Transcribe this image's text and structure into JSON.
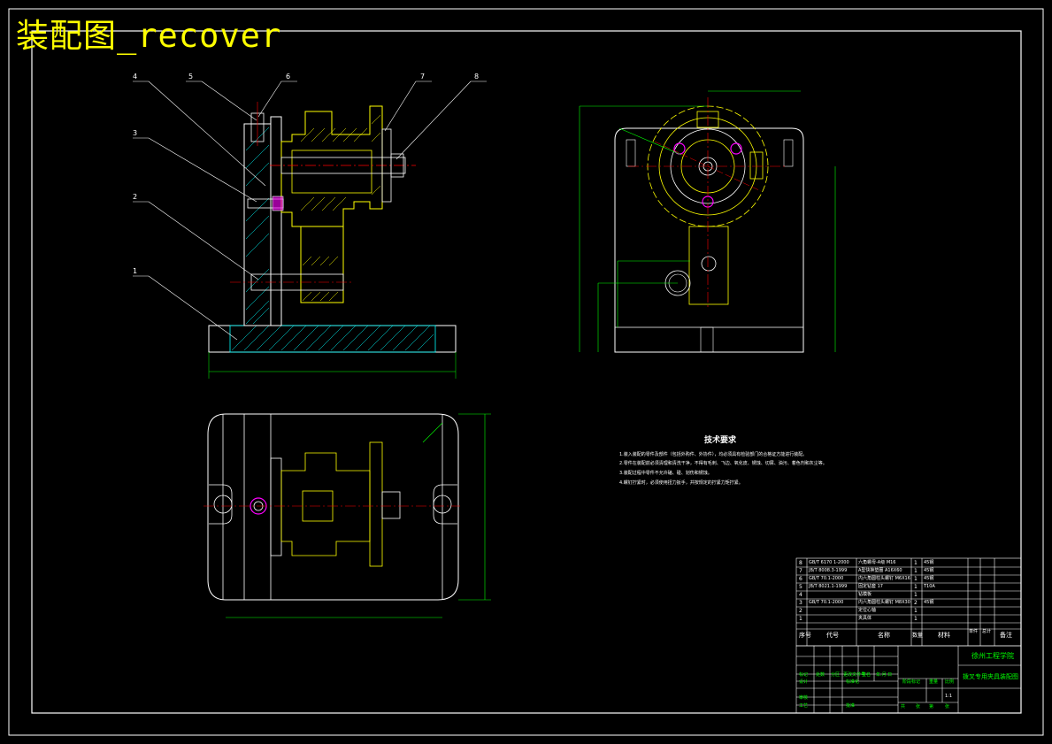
{
  "title": "装配图_recover",
  "views": {
    "front": {
      "balloons": [
        "4",
        "5",
        "6",
        "7",
        "8",
        "3",
        "2",
        "1"
      ]
    }
  },
  "technical_requirements": {
    "heading": "技术要求",
    "items": [
      "1.装入装配的零件及部件（包括外购件、外协件），均必须具有检验部门的合格证方能进行装配。",
      "2.零件在装配前必须清理和清洗干净，不得有毛刺、飞边、氧化皮、锈蚀、切屑、油污、着色剂和灰尘等。",
      "3.装配过程中零件不允许磕、碰、划伤和锈蚀。",
      "4.螺钉拧紧时，必须使用扭力扳手，并按规定的拧紧力矩拧紧。"
    ]
  },
  "parts_list": {
    "headers": [
      "序号",
      "代号",
      "名称",
      "数量",
      "材料",
      "单件",
      "总计",
      "备注"
    ],
    "rows": [
      {
        "no": "8",
        "code": "GB/T 6170 1-2000",
        "name": "六角螺母-A级 M16",
        "qty": "1",
        "mat": "45钢"
      },
      {
        "no": "7",
        "code": "JB/T 8008.3-1999",
        "name": "A型快换垫圈 A16X60",
        "qty": "1",
        "mat": "45钢"
      },
      {
        "no": "6",
        "code": "GB/T 70.1-2000",
        "name": "内六角圆柱头螺钉 M6X16",
        "qty": "1",
        "mat": "45钢"
      },
      {
        "no": "5",
        "code": "JB/T 8021.1-1999",
        "name": "固定钻套 17",
        "qty": "1",
        "mat": "T10A"
      },
      {
        "no": "4",
        "code": "",
        "name": "钻模板",
        "qty": "1",
        "mat": ""
      },
      {
        "no": "3",
        "code": "GB/T 70.1-2000",
        "name": "内六角圆柱头螺钉 M8X30",
        "qty": "2",
        "mat": "45钢"
      },
      {
        "no": "2",
        "code": "",
        "name": "定位心轴",
        "qty": "1",
        "mat": ""
      },
      {
        "no": "1",
        "code": "",
        "name": "夹具体",
        "qty": "1",
        "mat": ""
      }
    ]
  },
  "title_block": {
    "school": "徐州工程学院",
    "drawing_name": "拨叉专用夹具装配图",
    "labels": [
      "标记",
      "处数",
      "分区",
      "更改文件号",
      "签名",
      "年.月.日",
      "设计",
      "标准化",
      "审核",
      "工艺",
      "批准",
      "阶段标记",
      "重量",
      "比例",
      "共",
      "张",
      "第",
      "张"
    ],
    "scale": "1:1"
  }
}
